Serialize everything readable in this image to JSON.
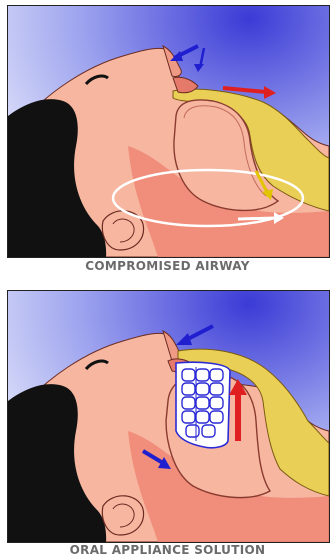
{
  "panels": [
    {
      "id": "compromised",
      "caption": "COMPROMISED AIRWAY"
    },
    {
      "id": "appliance",
      "caption": "ORAL APPLIANCE SOLUTION"
    }
  ],
  "colors": {
    "sky_dark": "#3b3bd6",
    "sky_light": "#e2e6fb",
    "skin": "#f6b6a0",
    "tissue": "#ee8674",
    "airway": "#e9cf56",
    "hair": "#111111",
    "arrow_blue": "#1f1fcf",
    "arrow_red": "#e02020",
    "arrow_yellow": "#e2c400",
    "teeth_outline": "#2a2ad6",
    "appliance": "#ffffff"
  },
  "icons": [
    "arrow-blue",
    "arrow-red",
    "arrow-yellow",
    "airway-ellipse",
    "teeth-appliance"
  ]
}
